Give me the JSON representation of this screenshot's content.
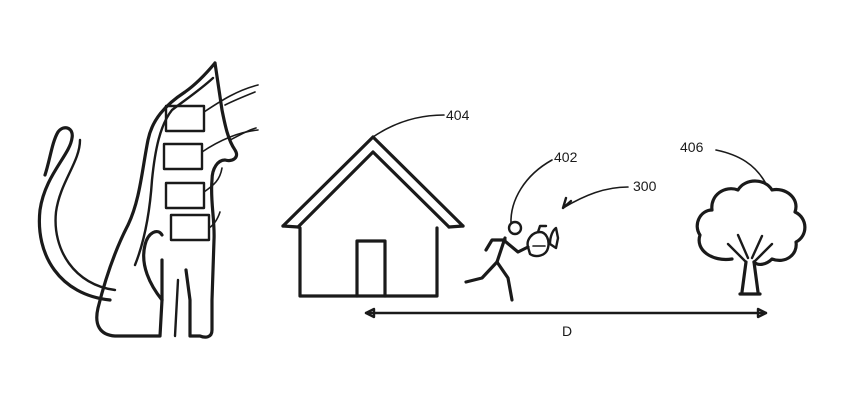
{
  "labels": {
    "house": "404",
    "person": "402",
    "signal": "300",
    "tree": "406",
    "distance": "D"
  },
  "colors": {
    "line": "#1a1a1a",
    "background": "#ffffff"
  },
  "icons": [
    "cat-icon",
    "device-module-icon",
    "house-icon",
    "running-person-icon",
    "tree-icon"
  ]
}
